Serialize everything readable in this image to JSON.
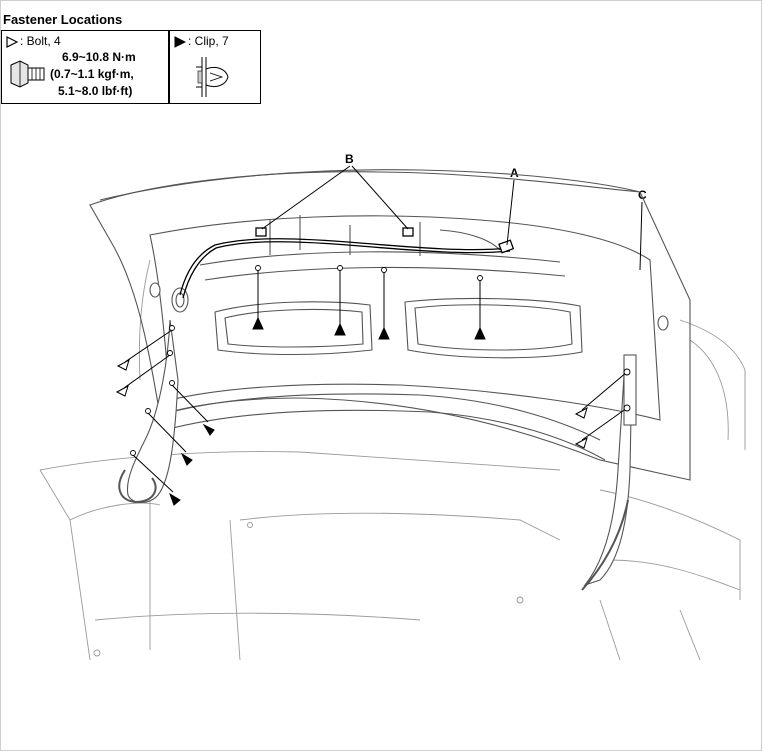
{
  "legend": {
    "title": "Fastener Locations",
    "bolt": {
      "label": ": Bolt, 4",
      "torque_line1": "6.9~10.8 N·m",
      "torque_line2": "(0.7~1.1 kgf·m,",
      "torque_line3": "5.1~8.0 lbf·ft)"
    },
    "clip": {
      "label": ": Clip, 7"
    }
  },
  "callouts": {
    "a": "A",
    "b": "B",
    "c": "C"
  },
  "icons": {
    "bolt_symbol": "open-triangle-icon",
    "clip_symbol": "filled-triangle-icon"
  },
  "colors": {
    "line": "#000000",
    "sketch": "#555555",
    "light": "#9a9a9a"
  }
}
